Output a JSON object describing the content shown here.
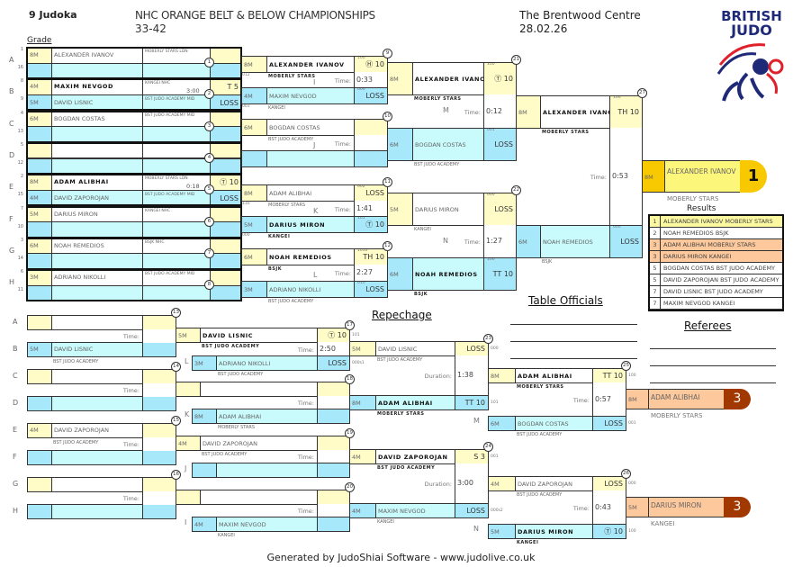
{
  "header": {
    "count": "9 Judoka",
    "title": "NHC ORANGE BELT & BELOW CHAMPIONSHIPS",
    "category": "33-42",
    "venue": "The Brentwood Centre",
    "date": "28.02.26",
    "grade_label": "Grade",
    "logo_line1": "BRITISH",
    "logo_line2": "JUDO"
  },
  "colors": {
    "yellow": "#fffcc8",
    "blue": "#a8e8fb",
    "cyan": "#c9fbfd",
    "gold": "#f8c800",
    "bronze": "#fcc89c",
    "bronze_tab": "#a03800"
  },
  "pool": [
    {
      "letter": "A",
      "n1": "1",
      "n2": "16",
      "match": "1",
      "time": "",
      "top": {
        "grade": "8M",
        "name": "ALEXANDER IVANOV",
        "club": "MOBERLY STARS LDN",
        "score": ""
      },
      "bottom": {
        "grade": "",
        "name": "",
        "club": "",
        "score": ""
      }
    },
    {
      "letter": "B",
      "n1": "8",
      "n2": "9",
      "match": "2",
      "time": "3:00",
      "top": {
        "grade": "4M",
        "name": "MAXIM NEVGOD",
        "club": "KANGEI NHC",
        "score": "T 5",
        "win": true
      },
      "bottom": {
        "grade": "5M",
        "name": "DAVID LISNIC",
        "club": "BST JUDO ACADEMY MID",
        "score": "LOSS"
      }
    },
    {
      "letter": "C",
      "n1": "4",
      "n2": "13",
      "match": "3",
      "time": "",
      "top": {
        "grade": "6M",
        "name": "BOGDAN COSTAS",
        "club": "BST JUDO ACADEMY MID",
        "score": ""
      },
      "bottom": {
        "grade": "",
        "name": "",
        "club": "",
        "score": ""
      }
    },
    {
      "letter": "D",
      "n1": "5",
      "n2": "12",
      "match": "4",
      "time": "",
      "top": {
        "grade": "",
        "name": "",
        "club": "",
        "score": ""
      },
      "bottom": {
        "grade": "",
        "name": "",
        "club": "",
        "score": ""
      }
    },
    {
      "letter": "E",
      "n1": "2",
      "n2": "15",
      "match": "5",
      "time": "0:18",
      "top": {
        "grade": "8M",
        "name": "ADAM ALIBHAI",
        "club": "MOBERLY STARS LDN",
        "score": "Ⓣ 10",
        "win": true
      },
      "bottom": {
        "grade": "4M",
        "name": "DAVID ZAPOROJAN",
        "club": "BST JUDO ACADEMY MID",
        "score": "LOSS"
      }
    },
    {
      "letter": "F",
      "n1": "7",
      "n2": "10",
      "match": "6",
      "time": "",
      "top": {
        "grade": "5M",
        "name": "DARIUS MIRON",
        "club": "KANGEI NHC",
        "score": ""
      },
      "bottom": {
        "grade": "",
        "name": "",
        "club": "",
        "score": ""
      }
    },
    {
      "letter": "G",
      "n1": "3",
      "n2": "14",
      "match": "7",
      "time": "",
      "top": {
        "grade": "6M",
        "name": "NOAH REMEDIOS",
        "club": "BSJK NHC",
        "score": ""
      },
      "bottom": {
        "grade": "",
        "name": "",
        "club": "",
        "score": ""
      }
    },
    {
      "letter": "H",
      "n1": "6",
      "n2": "11",
      "match": "8",
      "time": "",
      "top": {
        "grade": "3M",
        "name": "ADRIANO NIKOLLI",
        "club": "BST JUDO ACADEMY MID",
        "score": ""
      },
      "bottom": {
        "grade": "",
        "name": "",
        "club": "",
        "score": ""
      }
    }
  ],
  "matches": {
    "m9": {
      "num": "9",
      "label": "I",
      "time_label": "Time:",
      "time": "0:33",
      "top": {
        "grade": "8M",
        "name": "ALEXANDER IVANOV",
        "club": "MOBERLY STARS",
        "score": "Ⓗ 10",
        "code": "100",
        "lcode": "012",
        "win": true
      },
      "bottom": {
        "grade": "4M",
        "name": "MAXIM NEVGOD",
        "club": "KANGEI",
        "score": "LOSS",
        "code": "000",
        "lcode": "001"
      }
    },
    "m10": {
      "num": "10",
      "label": "J",
      "time_label": "Time:",
      "time": "",
      "top": {
        "grade": "6M",
        "name": "BOGDAN COSTAS",
        "club": "BST JUDO ACADEMY",
        "score": ""
      },
      "bottom": {
        "grade": "",
        "name": "",
        "club": "",
        "score": ""
      }
    },
    "m11": {
      "num": "11",
      "label": "K",
      "time_label": "Time:",
      "time": "1:41",
      "top": {
        "grade": "8M",
        "name": "ADAM ALIBHAI",
        "club": "MOBERLY STARS",
        "score": "LOSS",
        "code": "002",
        "lcode": "110"
      },
      "bottom": {
        "grade": "5M",
        "name": "DARIUS MIRON",
        "club": "KANGEI",
        "score": "Ⓣ 10",
        "code": "101",
        "lcode": "000",
        "win": true
      }
    },
    "m12": {
      "num": "12",
      "label": "L",
      "time_label": "Time:",
      "time": "2:27",
      "top": {
        "grade": "6M",
        "name": "NOAH REMEDIOS",
        "club": "BSJK",
        "score": "TH 10",
        "code": "1010",
        "win": true
      },
      "bottom": {
        "grade": "3M",
        "name": "ADRIANO NIKOLLI",
        "club": "BST JUDO ACADEMY",
        "score": "LOSS",
        "code": "010"
      }
    },
    "m21": {
      "num": "21",
      "label": "M",
      "time_label": "Time:",
      "time": "0:12",
      "top": {
        "grade": "8M",
        "name": "ALEXANDER IVANOV",
        "club": "MOBERLY STARS",
        "score": "Ⓣ 10",
        "code": "100",
        "win": true
      },
      "bottom": {
        "grade": "6M",
        "name": "BOGDAN COSTAS",
        "club": "BST JUDO ACADEMY",
        "score": "LOSS",
        "code": "001"
      }
    },
    "m22": {
      "num": "22",
      "label": "N",
      "time_label": "Time:",
      "time": "1:27",
      "top": {
        "grade": "5M",
        "name": "DARIUS MIRON",
        "club": "KANGEI",
        "score": "LOSS",
        "code": "000"
      },
      "bottom": {
        "grade": "6M",
        "name": "NOAH REMEDIOS",
        "club": "BSJK",
        "score": "TT 10",
        "code": "100",
        "win": true
      }
    },
    "m27": {
      "num": "27",
      "label": "",
      "time_label": "Time:",
      "time": "0:53",
      "top": {
        "grade": "8M",
        "name": "ALEXANDER IVANOV",
        "club": "MOBERLY STARS",
        "score": "TH 10",
        "code": "100",
        "win": true
      },
      "bottom": {
        "grade": "6M",
        "name": "NOAH REMEDIOS",
        "club": "BSJK",
        "score": "LOSS",
        "code": "000"
      }
    },
    "m17": {
      "num": "17",
      "label": "L",
      "time_label": "Time:",
      "time": "2:50",
      "top": {
        "grade": "5M",
        "name": "DAVID LISNIC",
        "club": "BST JUDO ACADEMY",
        "score": "Ⓣ 10",
        "rcode": "101",
        "win": true
      },
      "bottom": {
        "grade": "3M",
        "name": "ADRIANO NIKOLLI",
        "club": "BST JUDO ACADEMY",
        "score": "LOSS",
        "rcode": "000s1"
      }
    },
    "m18": {
      "num": "18",
      "label": "K",
      "time_label": "Time:",
      "time": "",
      "top": {
        "grade": "",
        "name": "",
        "club": "",
        "score": ""
      },
      "bottom": {
        "grade": "8M",
        "name": "ADAM ALIBHAI",
        "club": "MOBERLY STARS",
        "score": ""
      }
    },
    "m19": {
      "num": "19",
      "label": "J",
      "time_label": "Time:",
      "time": "",
      "top": {
        "grade": "4M",
        "name": "DAVID ZAPOROJAN",
        "club": "BST JUDO ACADEMY",
        "score": ""
      },
      "bottom": {
        "grade": "",
        "name": "",
        "club": "",
        "score": ""
      }
    },
    "m20": {
      "num": "20",
      "label": "I",
      "time_label": "Time:",
      "time": "",
      "top": {
        "grade": "",
        "name": "",
        "club": "",
        "score": ""
      },
      "bottom": {
        "grade": "4M",
        "name": "MAXIM NEVGOD",
        "club": "KANGEI",
        "score": ""
      }
    },
    "m23": {
      "num": "23",
      "label": "",
      "time_label": "Duration:",
      "time": "1:38",
      "top": {
        "grade": "5M",
        "name": "DAVID LISNIC",
        "club": "BST JUDO ACADEMY",
        "score": "LOSS",
        "rcode": "000"
      },
      "bottom": {
        "grade": "8M",
        "name": "ADAM ALIBHAI",
        "club": "MOBERLY STARS",
        "score": "TT 10",
        "rcode": "101",
        "win": true
      }
    },
    "m24": {
      "num": "24",
      "label": "",
      "time_label": "Duration:",
      "time": "3:00",
      "top": {
        "grade": "4M",
        "name": "DAVID ZAPOROJAN",
        "club": "BST JUDO ACADEMY",
        "score": "S 3",
        "rcode": "001",
        "win": true
      },
      "bottom": {
        "grade": "4M",
        "name": "MAXIM NEVGOD",
        "club": "KANGEI",
        "score": "LOSS",
        "rcode": "000s2"
      }
    },
    "m25": {
      "num": "25",
      "label": "M",
      "time_label": "Time:",
      "time": "0:57",
      "top": {
        "grade": "8M",
        "name": "ADAM ALIBHAI",
        "club": "MOBERLY STARS",
        "score": "TT 10",
        "rcode": "100",
        "win": true
      },
      "bottom": {
        "grade": "6M",
        "name": "BOGDAN COSTAS",
        "club": "BST JUDO ACADEMY",
        "score": "LOSS",
        "rcode": "001"
      }
    },
    "m26": {
      "num": "26",
      "label": "N",
      "time_label": "Time:",
      "time": "0:43",
      "top": {
        "grade": "4M",
        "name": "DAVID ZAPOROJAN",
        "club": "BST JUDO ACADEMY",
        "score": "LOSS",
        "rcode": "000"
      },
      "bottom": {
        "grade": "5M",
        "name": "DARIUS MIRON",
        "club": "KANGEI",
        "score": "Ⓣ 10",
        "rcode": "100",
        "win": true
      }
    }
  },
  "repechage_first": [
    {
      "letter": "A",
      "match": "13",
      "time_label": "",
      "top": {
        "grade": "",
        "name": "",
        "score": ""
      },
      "bottom": null
    },
    {
      "letter": "B",
      "match": "",
      "time_label": "Time:",
      "top": {
        "grade": "5M",
        "name": "DAVID LISNIC",
        "club": "BST JUDO ACADEMY",
        "score": ""
      }
    },
    {
      "letter": "C",
      "match": "14",
      "time_label": "",
      "top": {
        "grade": "",
        "name": "",
        "score": ""
      }
    },
    {
      "letter": "D",
      "match": "",
      "time_label": "Time:",
      "top": {
        "grade": "",
        "name": "",
        "score": ""
      }
    },
    {
      "letter": "E",
      "match": "15",
      "time_label": "",
      "top": {
        "grade": "4M",
        "name": "DAVID ZAPOROJAN",
        "club": "BST JUDO ACADEMY",
        "score": ""
      }
    },
    {
      "letter": "F",
      "match": "",
      "time_label": "Time:",
      "top": {
        "grade": "",
        "name": "",
        "score": ""
      }
    },
    {
      "letter": "G",
      "match": "16",
      "time_label": "",
      "top": {
        "grade": "",
        "name": "",
        "score": ""
      }
    },
    {
      "letter": "H",
      "match": "",
      "time_label": "Time:",
      "top": {
        "grade": "",
        "name": "",
        "score": ""
      }
    }
  ],
  "winner": {
    "grade": "8M",
    "name": "ALEXANDER IVANOV",
    "club": "MOBERLY STARS",
    "place": "1"
  },
  "bronze": [
    {
      "grade": "8M",
      "name": "ADAM ALIBHAI",
      "club": "MOBERLY STARS",
      "place": "3"
    },
    {
      "grade": "5M",
      "name": "DARIUS MIRON",
      "club": "KANGEI",
      "place": "3"
    }
  ],
  "results": {
    "title": "Results",
    "rows": [
      {
        "place": "1",
        "text": "ALEXANDER IVANOV MOBERLY STARS"
      },
      {
        "place": "2",
        "text": "NOAH REMEDIOS BSJK"
      },
      {
        "place": "3",
        "text": "ADAM ALIBHAI MOBERLY STARS"
      },
      {
        "place": "3",
        "text": "DARIUS MIRON KANGEI"
      },
      {
        "place": "5",
        "text": "BOGDAN COSTAS BST JUDO ACADEMY"
      },
      {
        "place": "5",
        "text": "DAVID ZAPOROJAN BST JUDO ACADEMY"
      },
      {
        "place": "7",
        "text": "DAVID LISNIC BST JUDO ACADEMY"
      },
      {
        "place": "7",
        "text": "MAXIM NEVGOD KANGEI"
      }
    ]
  },
  "labels": {
    "repechage": "Repechage",
    "table_officials": "Table Officials",
    "referees": "Referees"
  },
  "footer": "Generated by JudoShiai Software - www.judolive.co.uk"
}
